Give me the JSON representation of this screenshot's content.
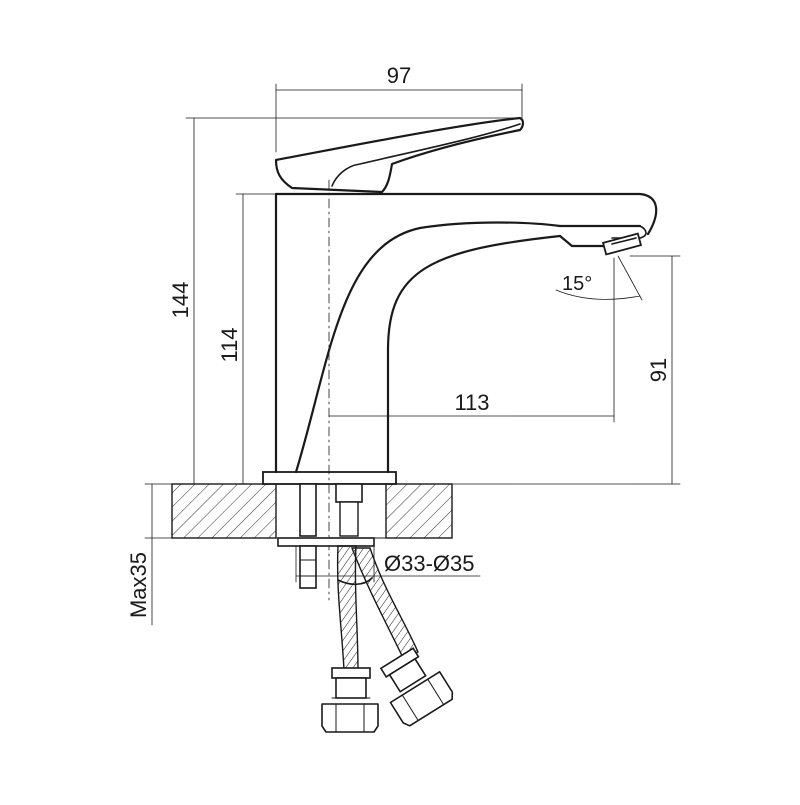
{
  "dimensions": {
    "handle_width": "97",
    "total_height": "144",
    "body_height": "114",
    "spout_reach": "113",
    "spout_height": "91",
    "spray_angle": "15°",
    "hole_diameter": "Ø33-Ø35",
    "max_counter_thickness": "Max35"
  },
  "colors": {
    "line": "#1a1a1a",
    "background": "#ffffff"
  }
}
